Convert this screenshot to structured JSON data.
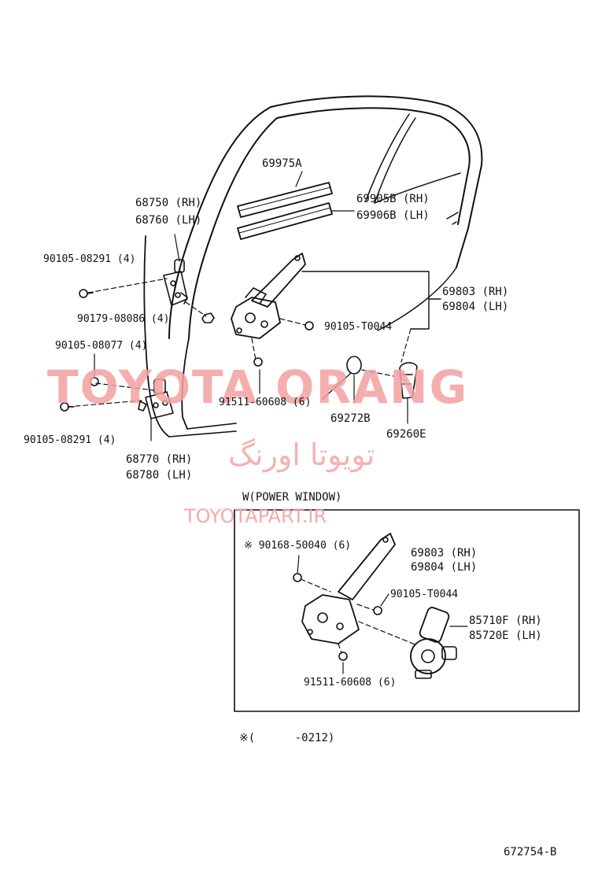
{
  "labels": {
    "p69975a": "69975A",
    "p68750": "68750 (RH)",
    "p68760": "68760 (LH)",
    "p69905b": "69905B (RH)",
    "p69906b": "69906B (LH)",
    "p90105_08291_top": "90105-08291 (4)",
    "p69803": "69803 (RH)",
    "p69804": "69804 (LH)",
    "p90179": "90179-08086 (4)",
    "p90105_t0044": "90105-T0044",
    "p90105_08077": "90105-08077 (4)",
    "p91511": "91511-60608 (6)",
    "p69272b": "69272B",
    "p69260e": "69260E",
    "p90105_08291_bot": "90105-08291 (4)",
    "p68770": "68770 (RH)",
    "p68780": "68780 (LH)"
  },
  "power_window": {
    "title": "W(POWER WINDOW)",
    "p90168": "※ 90168-50040 (6)",
    "p69803": "69803 (RH)",
    "p69804": "69804 (LH)",
    "p90105_t0044": "90105-T0044",
    "p85710f": "85710F (RH)",
    "p85720e": "85720E (LH)",
    "p91511": "91511-60608 (6)"
  },
  "footnote": "※(      -0212)",
  "diagram_code": "672754-B",
  "watermarks": {
    "brand": "TOYOTA ORANG",
    "persian": "تویوتا اورنگ",
    "url": "TOYOTAPART.IR"
  },
  "colors": {
    "line": "#111111",
    "watermark": "#f3a0a0"
  }
}
